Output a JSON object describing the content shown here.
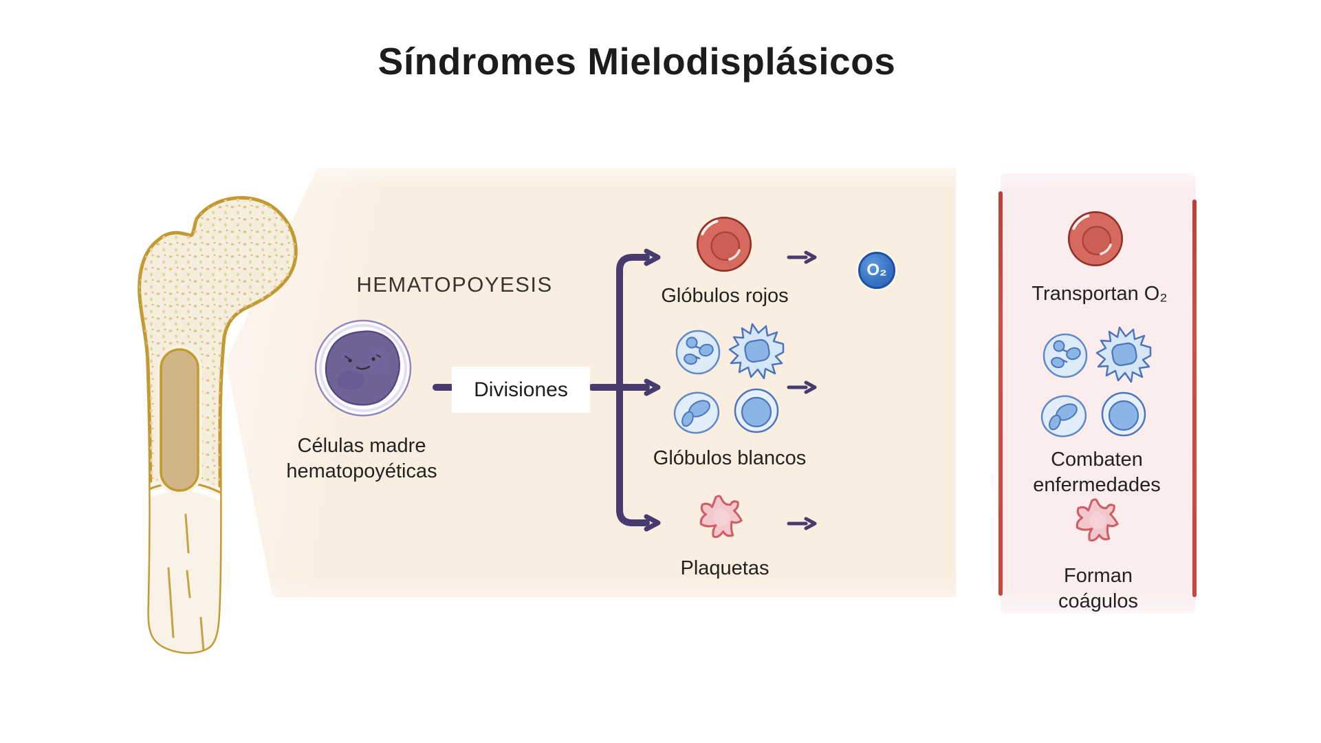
{
  "title": "Síndromes Mielodisplásicos",
  "main_panel": {
    "heading": "HEMATOPOYESIS",
    "stem_cell_caption_line1": "Células madre",
    "stem_cell_caption_line2": "hematopoyéticas",
    "divisions_label": "Divisiones",
    "red_cells_label": "Glóbulos rojos",
    "white_cells_label": "Glóbulos blancos",
    "platelets_label": "Plaquetas",
    "oxygen_badge": "O₂"
  },
  "vessel_panel": {
    "red_cells_caption": "Transportan O₂",
    "white_cells_caption_line1": "Combaten",
    "white_cells_caption_line2": "enfermedades",
    "platelets_caption_line1": "Forman",
    "platelets_caption_line2": "coágulos"
  },
  "illustrations": {
    "bone": "femur-bone-cross-section",
    "stem_cell": "hematopoietic-stem-cell",
    "red_blood_cell": "red-blood-cell",
    "white_blood_cells": "white-blood-cell-group",
    "platelet": "platelet",
    "oxygen": "oxygen-molecule-badge",
    "vessel": "blood-vessel-walls",
    "arrows": "branching-division-arrows"
  },
  "colors": {
    "background": "#ffffff",
    "panel_peach": "#faeee1",
    "vessel_pink": "#fbecee",
    "vessel_wall_red": "#c8473e",
    "arrow_purple": "#473a6e",
    "title_text": "#1c1c1c",
    "label_text": "#232220",
    "rbc_fill": "#d66a5e",
    "rbc_outline": "#8e3129",
    "wbc_fill": "#dcebf8",
    "wbc_nucleus": "#8ab5e4",
    "wbc_outline": "#4c74ba",
    "platelet_fill": "#f3c8cc",
    "platelet_outline": "#ce5e68",
    "stem_cell_fill": "#6f6398",
    "stem_cell_outline": "#57497f",
    "bone_outline": "#c39a31",
    "bone_fill": "#f5eedd",
    "bone_marrow": "#d2b586",
    "oxygen_blue": "#2e66b8"
  }
}
